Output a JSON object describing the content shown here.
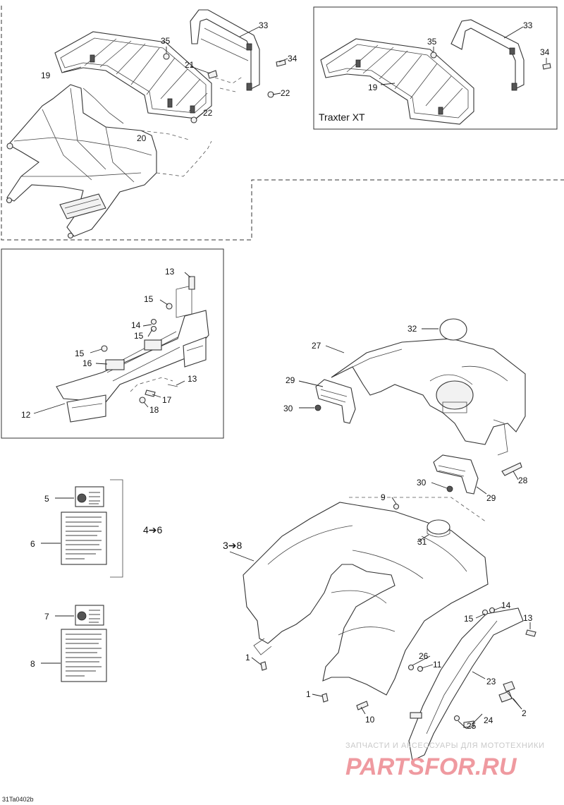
{
  "inset_label": "Traxter XT",
  "bracket_label_a": "4➔6",
  "bracket_label_b": "3➔8",
  "drawing_code": "31Ta0402b",
  "watermark": {
    "line1": "ЗАПЧАСТИ И АКСЕССУАРЫ ДЛЯ МОТОТЕХНИКИ",
    "line2": "PARTSFOR.RU"
  },
  "callouts": [
    {
      "id": "c33a",
      "text": "33"
    },
    {
      "id": "c35a",
      "text": "35"
    },
    {
      "id": "c34a",
      "text": "34"
    },
    {
      "id": "c21",
      "text": "21"
    },
    {
      "id": "c19a",
      "text": "19"
    },
    {
      "id": "c22a",
      "text": "22"
    },
    {
      "id": "c22b",
      "text": "22"
    },
    {
      "id": "c20",
      "text": "20"
    },
    {
      "id": "c33b",
      "text": "33"
    },
    {
      "id": "c35b",
      "text": "35"
    },
    {
      "id": "c34b",
      "text": "34"
    },
    {
      "id": "c19b",
      "text": "19"
    },
    {
      "id": "c13a",
      "text": "13"
    },
    {
      "id": "c15a",
      "text": "15"
    },
    {
      "id": "c14a",
      "text": "14"
    },
    {
      "id": "c15b",
      "text": "15"
    },
    {
      "id": "c15c",
      "text": "15"
    },
    {
      "id": "c16",
      "text": "16"
    },
    {
      "id": "c13b",
      "text": "13"
    },
    {
      "id": "c17",
      "text": "17"
    },
    {
      "id": "c18",
      "text": "18"
    },
    {
      "id": "c12",
      "text": "12"
    },
    {
      "id": "c32",
      "text": "32"
    },
    {
      "id": "c27",
      "text": "27"
    },
    {
      "id": "c29a",
      "text": "29"
    },
    {
      "id": "c30a",
      "text": "30"
    },
    {
      "id": "c28",
      "text": "28"
    },
    {
      "id": "c30b",
      "text": "30"
    },
    {
      "id": "c29b",
      "text": "29"
    },
    {
      "id": "c5",
      "text": "5"
    },
    {
      "id": "c6",
      "text": "6"
    },
    {
      "id": "c7",
      "text": "7"
    },
    {
      "id": "c8",
      "text": "8"
    },
    {
      "id": "c9",
      "text": "9"
    },
    {
      "id": "c31",
      "text": "31"
    },
    {
      "id": "c14b",
      "text": "14"
    },
    {
      "id": "c15d",
      "text": "15"
    },
    {
      "id": "c13c",
      "text": "13"
    },
    {
      "id": "c26",
      "text": "26"
    },
    {
      "id": "c11",
      "text": "11"
    },
    {
      "id": "c23",
      "text": "23"
    },
    {
      "id": "c1a",
      "text": "1"
    },
    {
      "id": "c1b",
      "text": "1"
    },
    {
      "id": "c2",
      "text": "2"
    },
    {
      "id": "c25",
      "text": "25"
    },
    {
      "id": "c24",
      "text": "24"
    },
    {
      "id": "c10",
      "text": "10"
    }
  ]
}
